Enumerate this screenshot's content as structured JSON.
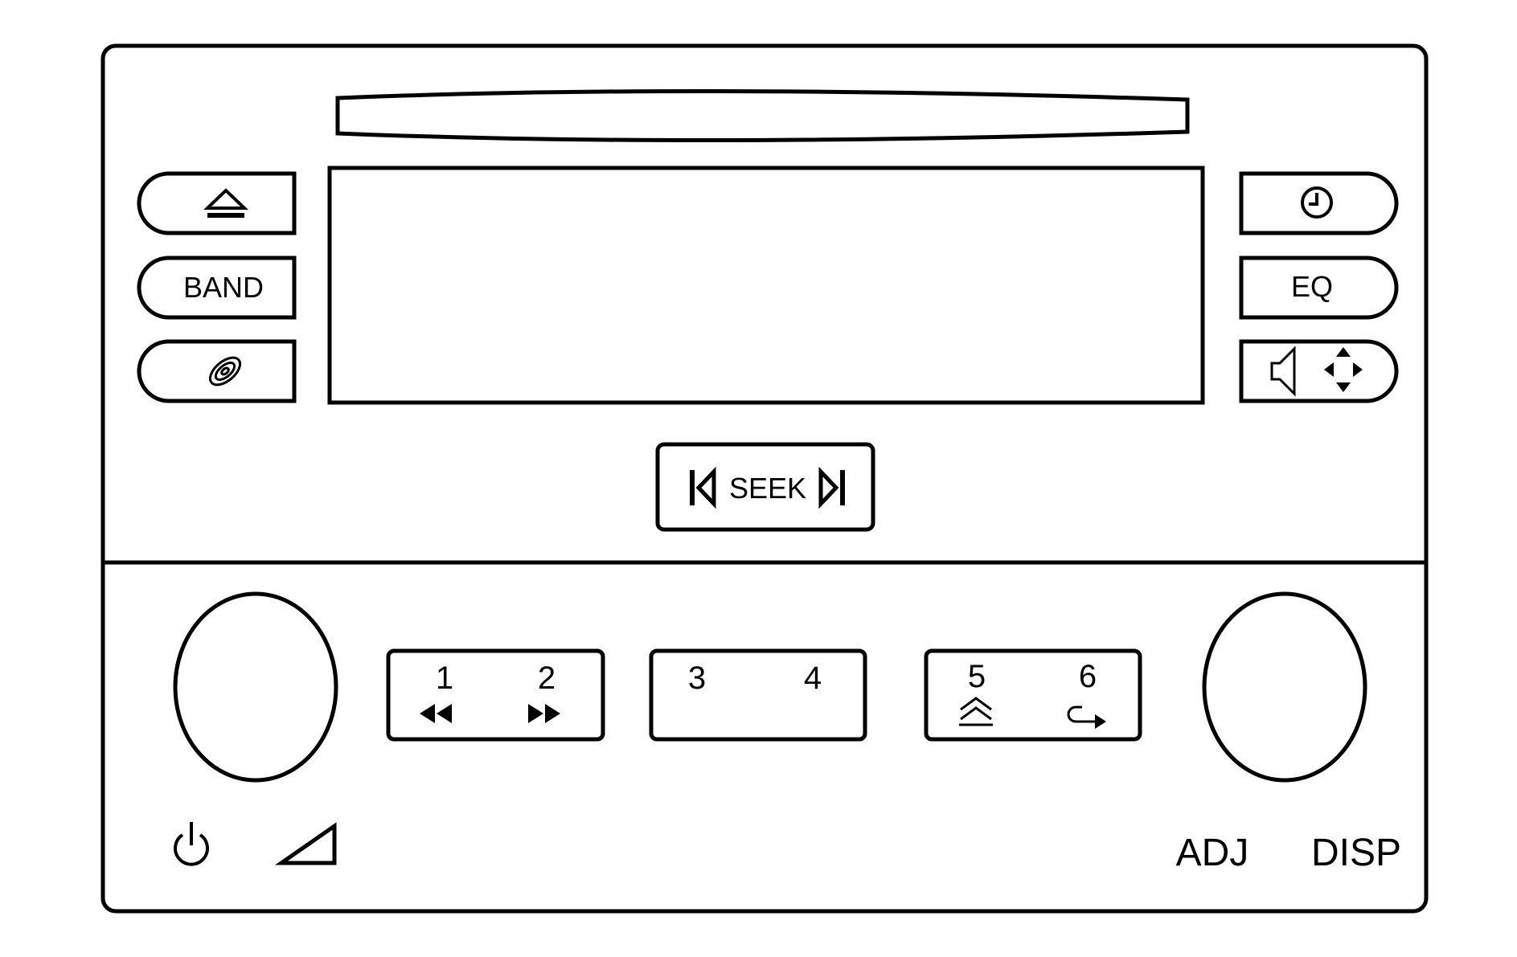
{
  "colors": {
    "ink": "#000000",
    "background": "#ffffff"
  },
  "left_buttons": [
    {
      "name": "eject-button",
      "icon": "eject-icon",
      "label": ""
    },
    {
      "name": "band-button",
      "icon": "",
      "label": "BAND"
    },
    {
      "name": "cd-aux-button",
      "icon": "disc-icon",
      "label": ""
    }
  ],
  "right_buttons": [
    {
      "name": "clock-button",
      "icon": "clock-icon",
      "label": ""
    },
    {
      "name": "eq-button",
      "icon": "",
      "label": "EQ"
    },
    {
      "name": "audio-tone-button",
      "icon": "speaker-arrows-icon",
      "label": ""
    }
  ],
  "seek": {
    "label": "SEEK",
    "prev_icon": "seek-previous-icon",
    "next_icon": "seek-next-icon"
  },
  "presets": [
    {
      "left": "1",
      "right": "2",
      "left_icon": "rewind-icon",
      "right_icon": "fast-forward-icon"
    },
    {
      "left": "3",
      "right": "4",
      "left_icon": "",
      "right_icon": ""
    },
    {
      "left": "5",
      "right": "6",
      "left_icon": "folder-up-icon",
      "right_icon": "repeat-icon"
    }
  ],
  "left_knob": {
    "icons": [
      "power-icon",
      "volume-icon"
    ]
  },
  "right_knob": {
    "labels": [
      "ADJ",
      "DISP"
    ]
  }
}
